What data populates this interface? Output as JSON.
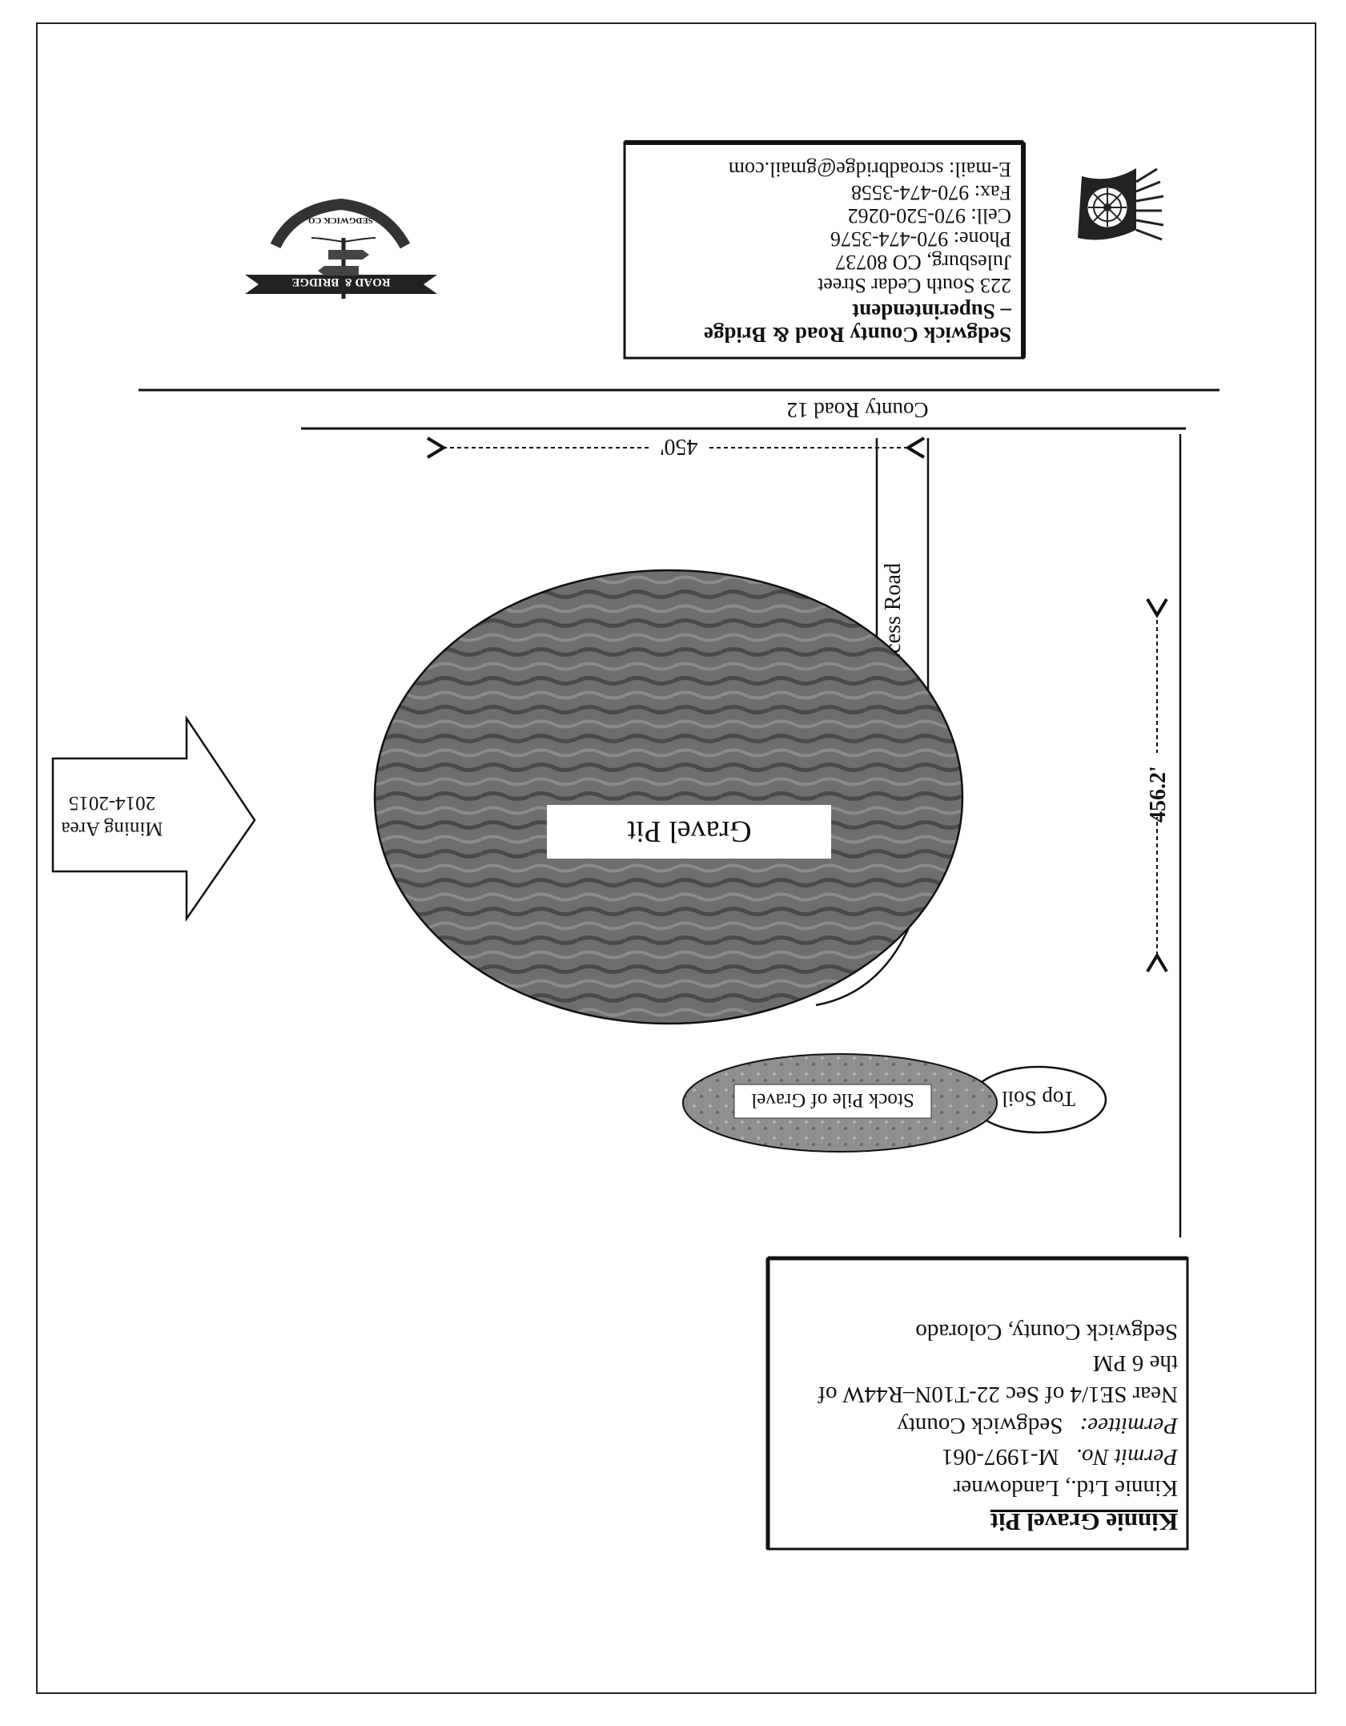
{
  "permit_box": {
    "title": "Kinnie Gravel Pit",
    "landowner": "Kinnie Ltd., Landowner",
    "permit_label": "Permit No.",
    "permit_number": "M-1997-061",
    "permittee_label": "Permittee:",
    "permittee_value": "Sedgwick County",
    "location_line1": "Near SE1/4 of Sec 22-T10N–R44W of",
    "location_line2": "the 6 PM",
    "location_line3": "Sedgwick County, Colorado"
  },
  "contact_box": {
    "org": "Sedgwick County Road & Bridge",
    "role": "– Superintendent",
    "address1": "223 South Cedar Street",
    "address2": "Julesburg, CO 80737",
    "phone": "Phone: 970-474-3576",
    "cell": "Cell: 970-520-0262",
    "fax": "Fax:  970-474-3558",
    "email": "E-mail:  scroadbridge@gmail.com"
  },
  "logo": {
    "banner_text": "ROAD & BRIDGE",
    "ring_text": "SEDGWICK CO."
  },
  "map": {
    "road_label": "County Road 12",
    "access_road_label": "Pit Access Road",
    "dimension_road": "450'",
    "dimension_pit": "456.2'",
    "gravel_pit_label": "Gravel Pit",
    "stock_pile_label": "Stock Pile of Gravel",
    "top_soil_label": "Top Soil",
    "mining_area_line1": "Mining Area",
    "mining_area_line2": "2014-2015"
  }
}
